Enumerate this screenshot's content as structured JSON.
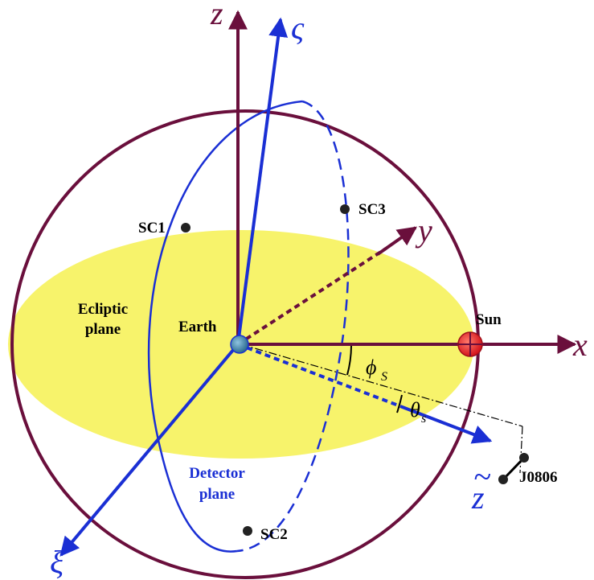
{
  "colors": {
    "sphere": "#6a0f3c",
    "ecliptic_fill": "#f7f36b",
    "detector_axes": "#1a2fd4",
    "earth": "#3a7fa8",
    "sun": "#e8262a",
    "source_line": "#000000"
  },
  "axes": {
    "x": "x",
    "y": "y",
    "z": "z",
    "varsigma": "ς",
    "xi": "ξ",
    "z_tilde": "z",
    "z_tilde_mark": "~"
  },
  "labels": {
    "ecliptic_line1": "Ecliptic",
    "ecliptic_line2": "plane",
    "detector_line1": "Detector",
    "detector_line2": "plane",
    "earth": "Earth",
    "sun": "Sun",
    "source": "J0806"
  },
  "spacecraft": {
    "sc1": "SC1",
    "sc2": "SC2",
    "sc3": "SC3"
  },
  "angles": {
    "phi": "ϕ",
    "phi_sub": "S",
    "theta": "θ",
    "theta_sub": "s"
  }
}
